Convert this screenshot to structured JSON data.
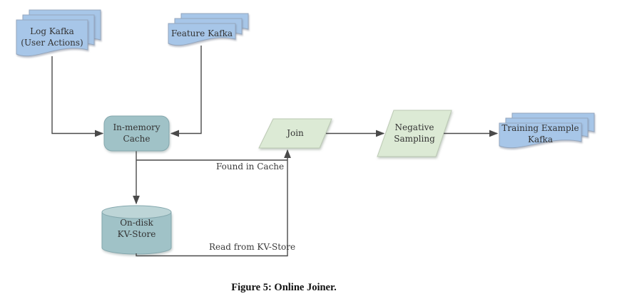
{
  "figure": {
    "caption": "Figure 5: Online Joiner."
  },
  "nodes": {
    "log_kafka": {
      "label": "Log Kafka\n(User Actions)",
      "shape": "multi-document"
    },
    "feature_kafka": {
      "label": "Feature Kafka",
      "shape": "multi-document"
    },
    "in_memory_cache": {
      "label": "In-memory\nCache",
      "shape": "rounded-rectangle"
    },
    "kv_store": {
      "label": "On-disk\nKV-Store",
      "shape": "cylinder"
    },
    "join": {
      "label": "Join",
      "shape": "parallelogram"
    },
    "negative_sampling": {
      "label": "Negative\nSampling",
      "shape": "parallelogram"
    },
    "training_example_kafka": {
      "label": "Training Example\nKafka",
      "shape": "multi-document"
    }
  },
  "edges": {
    "found_in_cache": {
      "label": "Found in Cache"
    },
    "read_from_kv_store": {
      "label": "Read from KV-Store"
    }
  },
  "colors": {
    "kafka_fill": "#a7c6e8",
    "teal_fill": "#a0c2c7",
    "teal_light": "#bdd5d7",
    "green_fill": "#dcead5",
    "line": "#4a4a4a"
  }
}
